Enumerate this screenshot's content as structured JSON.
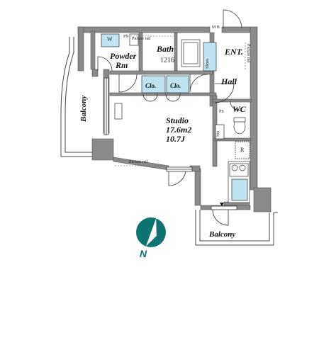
{
  "rooms": {
    "powder": {
      "line1": "Powder",
      "line2": "Rm"
    },
    "bath": {
      "name": "Bath",
      "size": "1216"
    },
    "entrance": "ENT.",
    "hall": "Hall",
    "wc": "WC",
    "studio": {
      "name": "Studio",
      "area": "17.6m2",
      "jo": "10.7J"
    },
    "closet_left": "Clo.",
    "closet_right": "Clo.",
    "balcony_west": "Balcony",
    "balcony_south": "Balcony"
  },
  "marks": {
    "ps": "PS",
    "mb": "M B",
    "shoes": "Shoes",
    "sto": "Sto",
    "w": "W",
    "r": "R",
    "picture_rail": "Picture rail"
  },
  "compass": {
    "label": "N"
  },
  "colors": {
    "wall": "#8a8a8a",
    "accent": "#0e7470",
    "fixture": "#bfe3f0",
    "line": "#333333"
  }
}
